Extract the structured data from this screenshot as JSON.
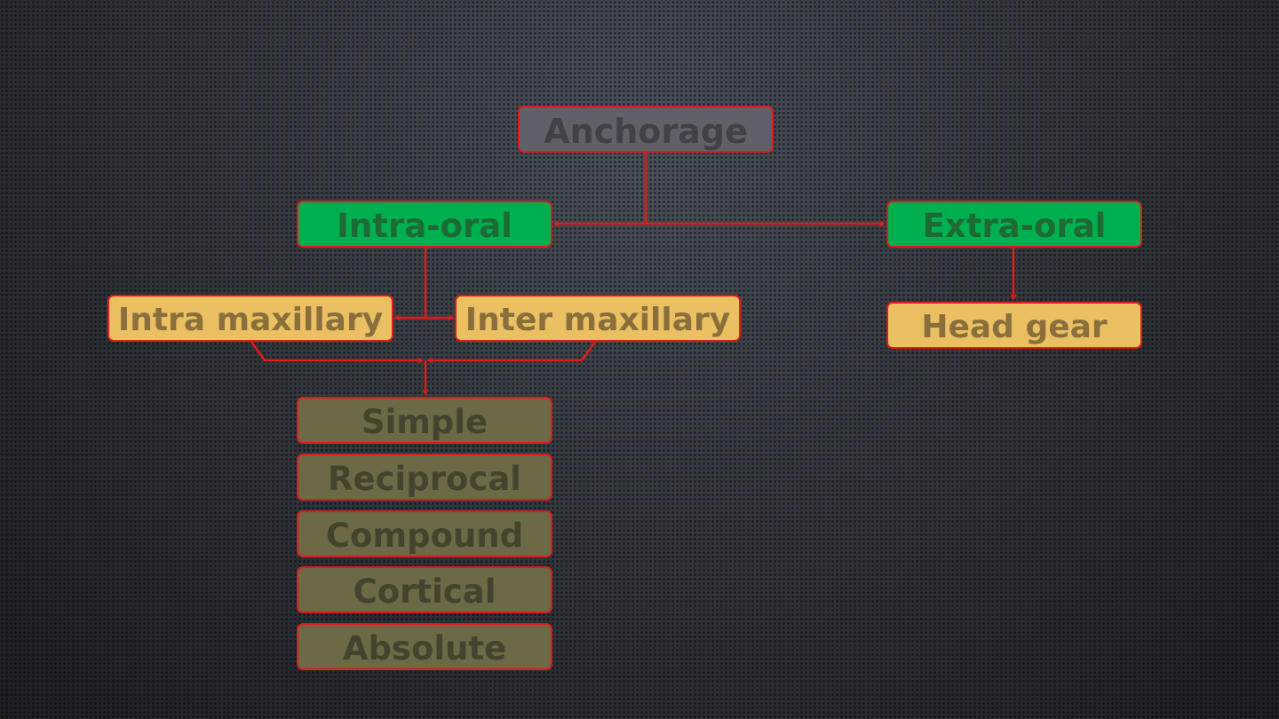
{
  "diagram": {
    "root": {
      "label": "Anchorage"
    },
    "intra_oral": {
      "label": "Intra-oral"
    },
    "extra_oral": {
      "label": "Extra-oral"
    },
    "intra_maxillary": {
      "label": "Intra maxillary"
    },
    "inter_maxillary": {
      "label": "Inter maxillary"
    },
    "head_gear": {
      "label": "Head gear"
    },
    "types": [
      "Simple",
      "Reciprocal",
      "Compound",
      "Cortical",
      "Absolute"
    ]
  },
  "colors": {
    "connector": "#e01b1b",
    "root_fill": "#5e6167",
    "category_fill": "#00b050",
    "subtype_fill": "#ebc063",
    "type_fill": "#6b6946",
    "background": "#2f353d"
  }
}
